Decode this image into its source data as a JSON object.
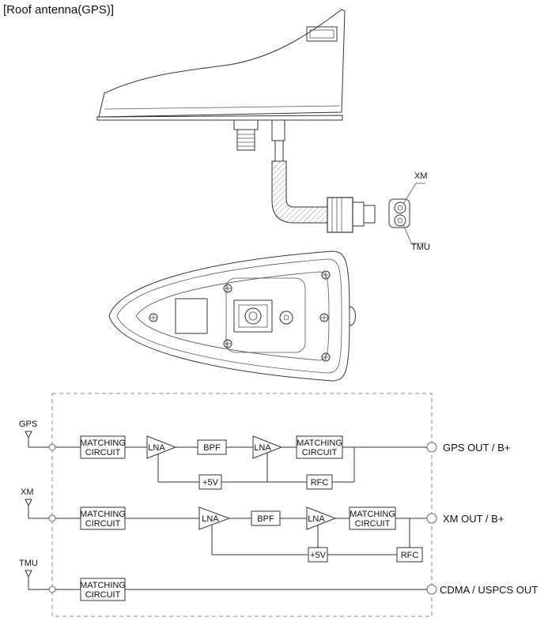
{
  "title": "[Roof antenna(GPS)]",
  "connector_labels": {
    "xm": "XM",
    "tmu": "TMU"
  },
  "block_labels": {
    "matching": [
      "MATCHING",
      "CIRCUIT"
    ],
    "lna": "LNA",
    "bpf": "BPF",
    "plus5v": "+5V",
    "rfc": "RFC"
  },
  "antennas": {
    "gps": "GPS",
    "xm": "XM",
    "tmu": "TMU"
  },
  "outputs": {
    "gps": "GPS OUT / B+",
    "xm": "XM OUT / B+",
    "tmu": "CDMA / USPCS OUT"
  }
}
